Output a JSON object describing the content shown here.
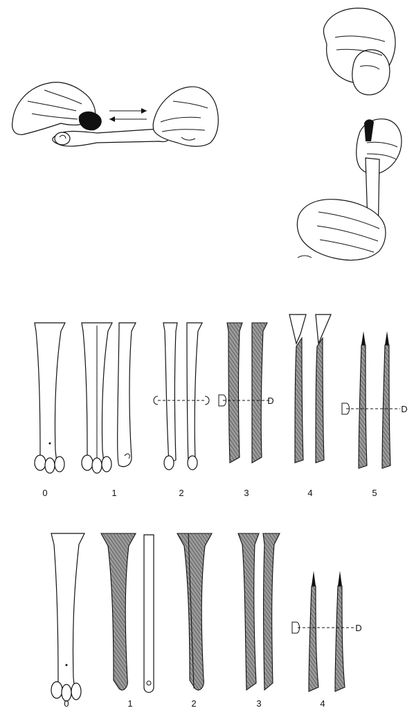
{
  "figure": {
    "panels": [
      {
        "name": "top-row",
        "stages": [
          "0",
          "1",
          "2",
          "3",
          "4",
          "5"
        ]
      },
      {
        "name": "bottom-row",
        "stages": [
          "0",
          "1",
          "2",
          "3",
          "4"
        ]
      }
    ],
    "section_marks": [
      "D",
      "D"
    ]
  },
  "colors": {
    "ink": "#111111",
    "paper": "#ffffff",
    "hatch": "#9a9a9a"
  }
}
